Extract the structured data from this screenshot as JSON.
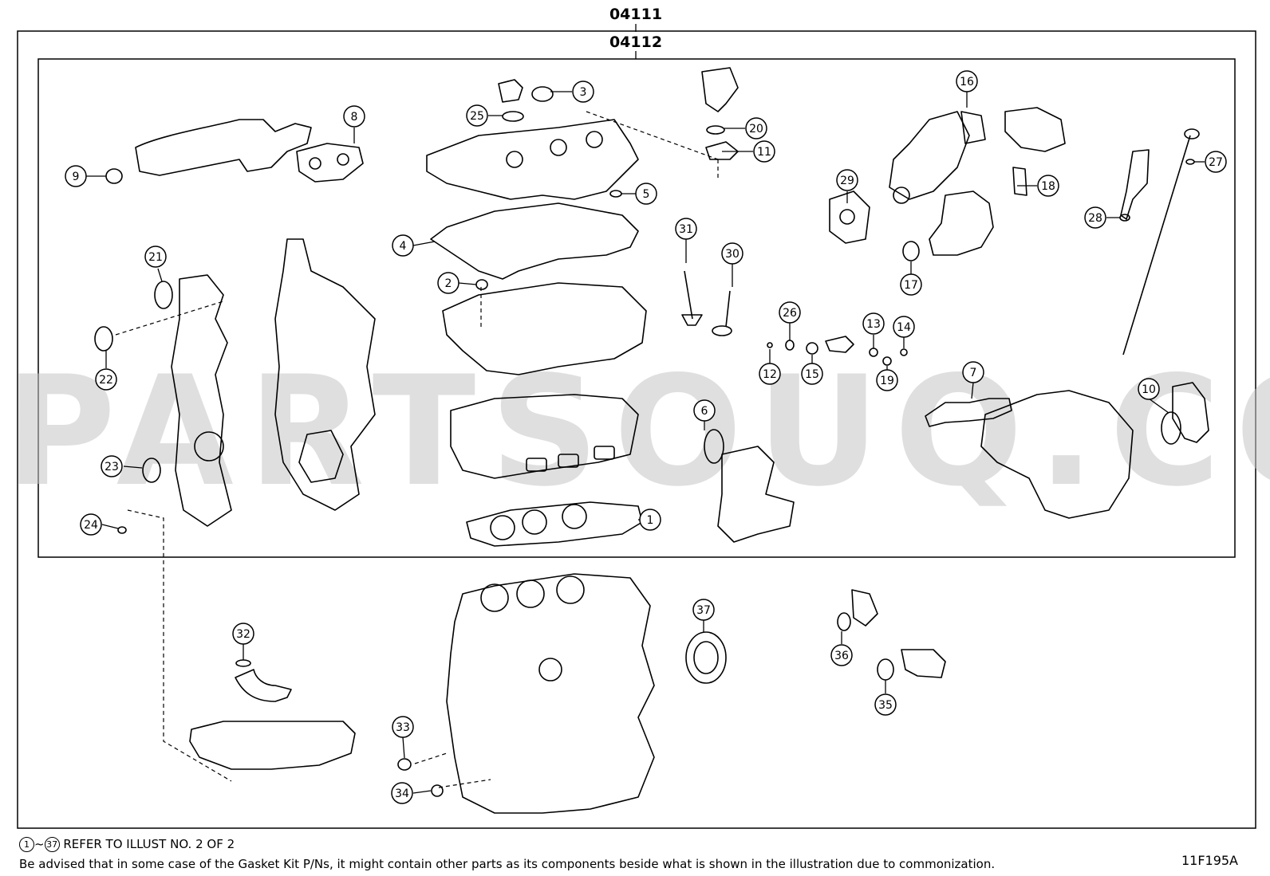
{
  "diagram": {
    "outer_code": "04111",
    "inner_code": "04112",
    "watermark": "PARTSOUQ.COM",
    "figure_code": "11F195A",
    "footnote": {
      "range_start": "1",
      "range_sep": "~",
      "range_end": "37",
      "refer_text": "REFER TO ILLUST NO. 2 OF 2",
      "advisory": "Be advised that in some case of the Gasket Kit P/Ns,  it might contain other parts as its components beside what is shown in the illustration due to commonization."
    },
    "callouts": [
      "1",
      "2",
      "3",
      "4",
      "5",
      "6",
      "7",
      "8",
      "9",
      "10",
      "11",
      "12",
      "13",
      "14",
      "15",
      "16",
      "17",
      "18",
      "19",
      "20",
      "21",
      "22",
      "23",
      "24",
      "25",
      "26",
      "27",
      "28",
      "29",
      "30",
      "31",
      "32",
      "33",
      "34",
      "35",
      "36",
      "37"
    ]
  }
}
